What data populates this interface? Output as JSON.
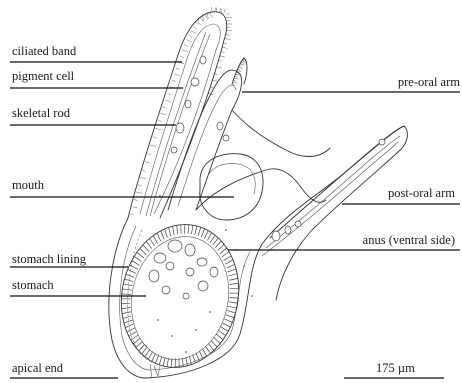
{
  "labels": {
    "ciliated_band": "ciliated band",
    "pigment_cell": "pigment cell",
    "skeletal_rod": "skeletal rod",
    "mouth": "mouth",
    "stomach_lining": "stomach lining",
    "stomach": "stomach",
    "apical_end": "apical end",
    "pre_oral_arm": "pre-oral arm",
    "post_oral_arm": "post-oral arm",
    "anus": "anus (ventral side)"
  },
  "scale_bar": {
    "label": "175 µm"
  },
  "colors": {
    "ink": "#333333",
    "background": "#ffffff"
  }
}
